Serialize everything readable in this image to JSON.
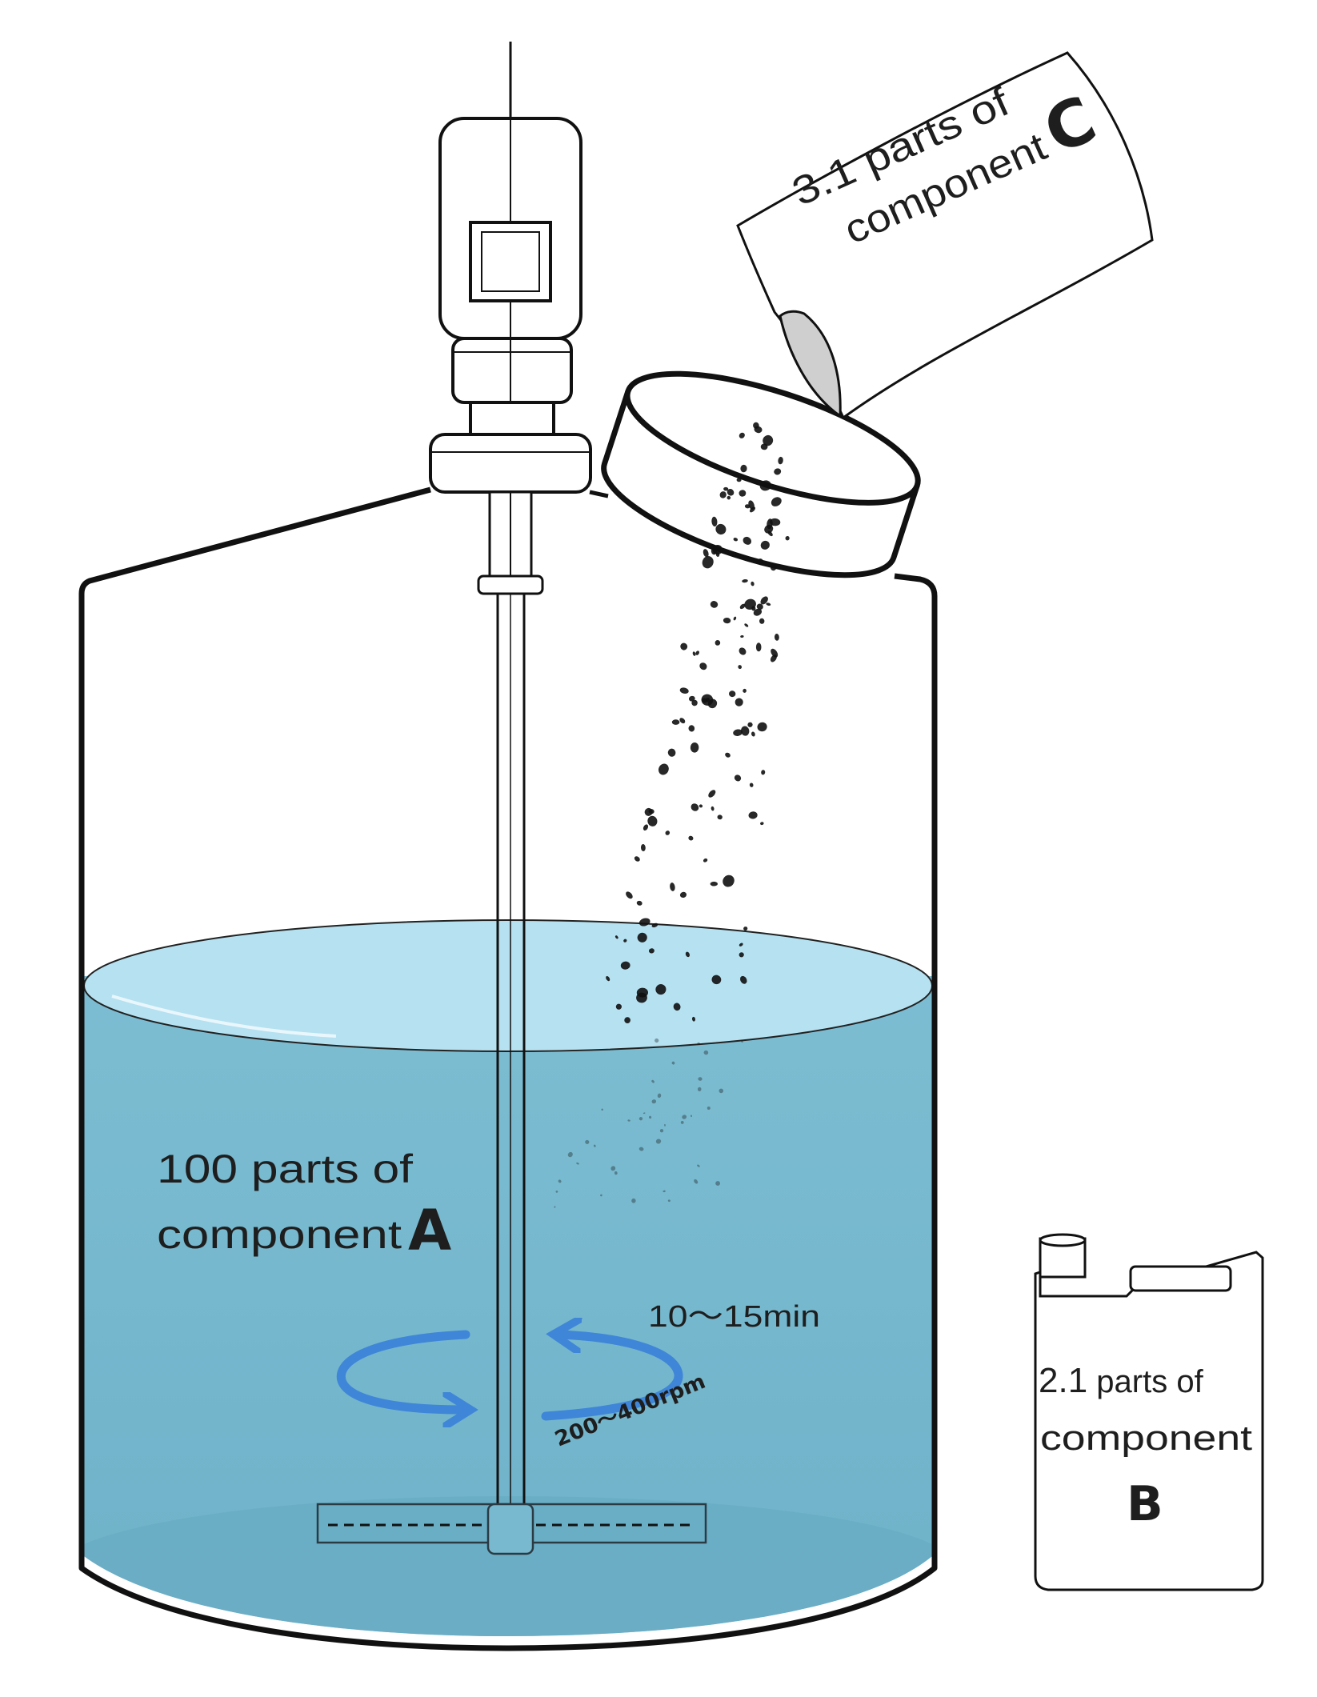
{
  "colors": {
    "liquid_surface": "#b5e1f0",
    "liquid_body": "#79b9cf",
    "liquid_bottom": "#6aaec6",
    "arrow": "#3f86d8",
    "outline": "#111111",
    "particles": "#111111",
    "bag_inner": "#cfcfcf"
  },
  "labels": {
    "component_a": {
      "line1": "100 parts of",
      "line2": "component",
      "letter": "A"
    },
    "component_b": {
      "line1_num": "2.1",
      "line1_rest": " parts of",
      "line2": "component",
      "letter": "B"
    },
    "component_c": {
      "line1": "3.1 parts of",
      "line2": "component",
      "letter": "C"
    },
    "mix_time": "10～15min",
    "mix_speed": "200～400rpm"
  }
}
